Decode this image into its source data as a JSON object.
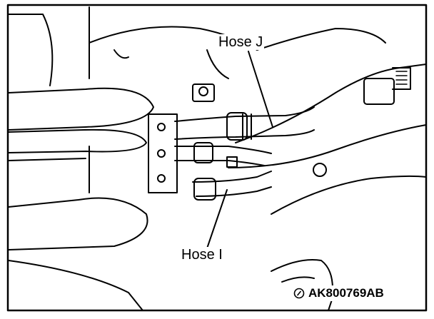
{
  "labels": {
    "hose_j": "Hose J",
    "hose_i": "Hose I"
  },
  "reference_code": "AK800769AB",
  "colors": {
    "line": "#000000",
    "background": "#ffffff"
  }
}
